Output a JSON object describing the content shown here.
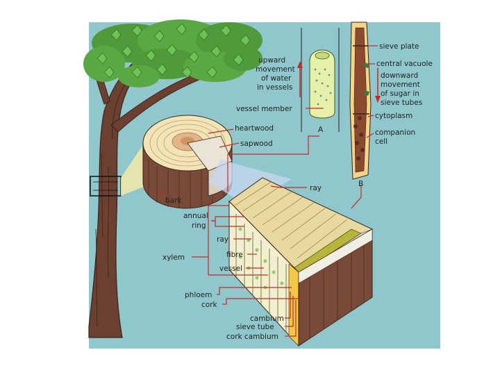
{
  "labels": {
    "sieve_plate": "sieve plate",
    "central_vacuole": "central vacuole",
    "downward_1": "downward",
    "downward_2": "movement",
    "downward_3": "of sugar in",
    "downward_4": "sieve tubes",
    "cytoplasm": "cytoplasm",
    "companion_1": "companion",
    "companion_2": "cell",
    "upward_1": "upward",
    "upward_2": "movement",
    "upward_3": "of water",
    "upward_4": "in vessels",
    "vessel_member": "vessel member",
    "heartwood": "heartwood",
    "sapwood": "sapwood",
    "bark": "bark",
    "ray_top": "ray",
    "annual_1": "annual",
    "annual_2": "ring",
    "ray_mid": "ray",
    "xylem": "xylem",
    "fibre": "fibre",
    "vessel": "vessel",
    "phloem": "phloem",
    "cork": "cork",
    "cambium": "cambium",
    "sieve_tube": "sieve tube",
    "cork_cambium": "cork cambium",
    "letter_a": "A",
    "letter_b": "B"
  },
  "colors": {
    "background": "#8fc7cc",
    "leaf": "#4f9a3a",
    "leaf_dark": "#2f6b25",
    "trunk": "#6b4030",
    "wood_light": "#f1e4b8",
    "wood_dark": "#c79a5c",
    "bark": "#7a4a38",
    "leader": "#c62828"
  }
}
